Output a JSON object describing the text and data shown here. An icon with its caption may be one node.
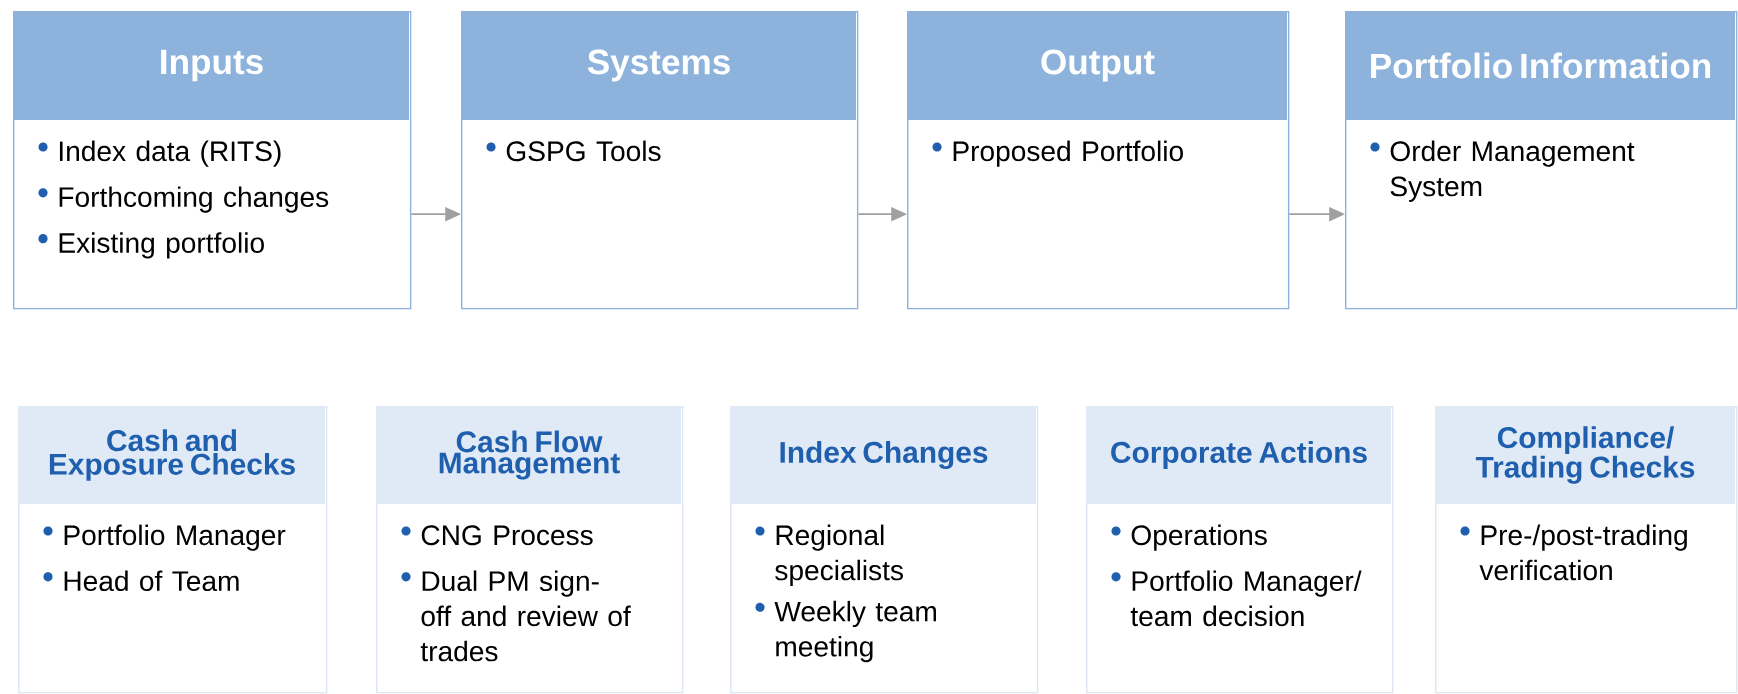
{
  "diagram": {
    "nodes": [
      {
        "text": [
          "Inputs",
          "Index data (RITS)",
          "Forthcoming changes",
          "Existing portfolio"
        ]
      },
      {
        "text": [
          "Systems",
          "GSPG Tools"
        ]
      },
      {
        "text": [
          "Output",
          "Proposed Portfolio"
        ]
      },
      {
        "text": [
          "Portfolio Information",
          "Order Management System"
        ]
      },
      {
        "text": [
          "Cash and Exposure Checks",
          "Portfolio Manager",
          "Head of Team"
        ]
      },
      {
        "text": [
          "Cash Flow Management",
          "CNG Process",
          "Dual PM sign-off and review of trades"
        ]
      },
      {
        "text": [
          "Index Changes",
          "Regional specialists",
          "Weekly team meeting"
        ]
      },
      {
        "text": [
          "Corporate Actions",
          "Operations",
          "Portfolio Manager/ team decision"
        ]
      },
      {
        "text": [
          "Compliance/ Trading Checks",
          "Pre-/post-trading verification"
        ]
      }
    ],
    "edges": [
      {
        "from": 0,
        "to": 1,
        "arrow": "to"
      },
      {
        "from": 1,
        "to": 2,
        "arrow": "to"
      },
      {
        "from": 2,
        "to": 3,
        "arrow": "to"
      }
    ]
  }
}
